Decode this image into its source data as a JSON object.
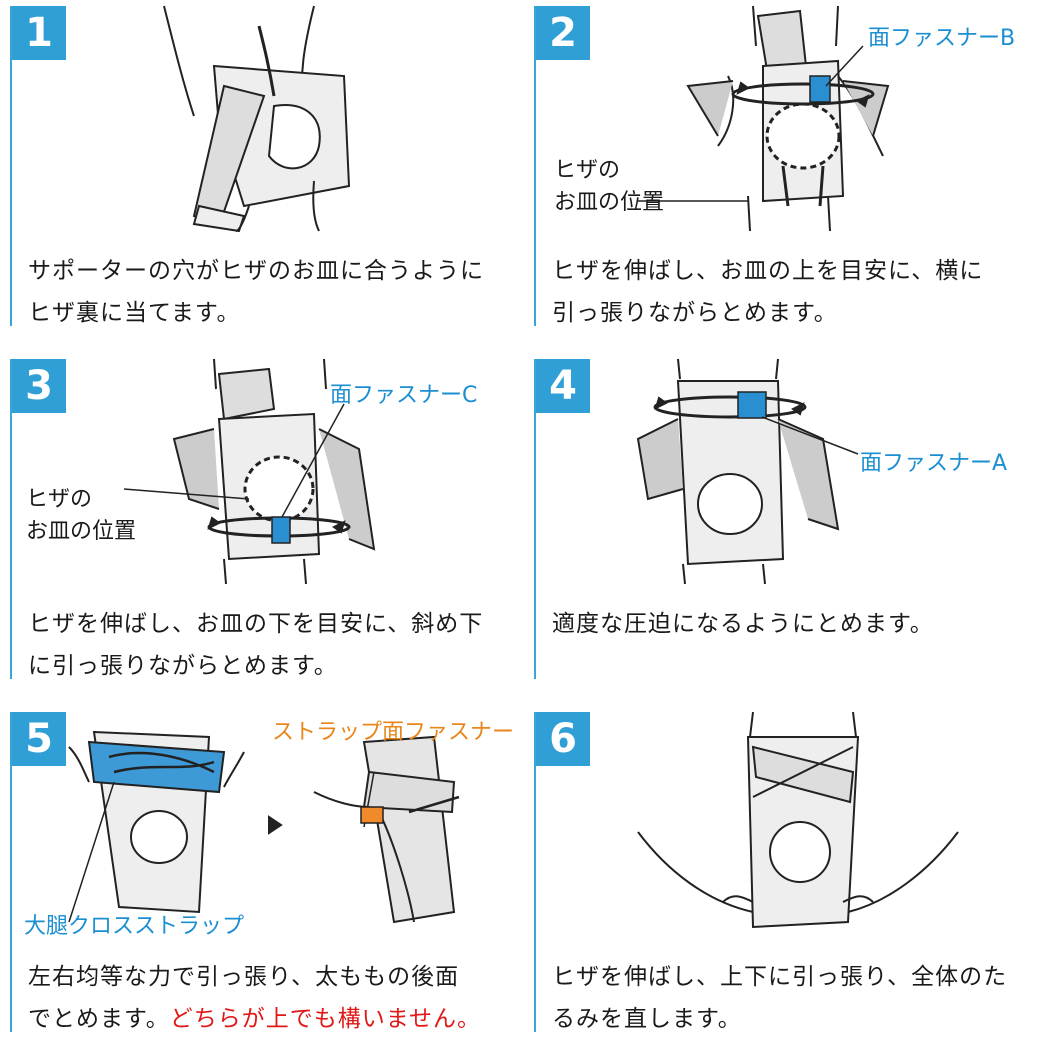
{
  "colors": {
    "accent": "#2f9fd6",
    "label_blue": "#1b8fd1",
    "label_orange": "#e8861c",
    "emphasis_red": "#e01818",
    "fastener_blue": "#2a8fd0",
    "fastener_orange": "#f08a2a"
  },
  "steps": [
    {
      "number": "1",
      "caption_lines": [
        "サポーターの穴がヒザのお皿に合うように",
        "ヒザ裏に当てます。"
      ]
    },
    {
      "number": "2",
      "label_fastener": "面ファスナーB",
      "label_kneecap_1": "ヒザの",
      "label_kneecap_2": "お皿の位置",
      "caption_lines": [
        "ヒザを伸ばし、お皿の上を目安に、横に",
        "引っ張りながらとめます。"
      ]
    },
    {
      "number": "3",
      "label_fastener": "面ファスナーC",
      "label_kneecap_1": "ヒザの",
      "label_kneecap_2": "お皿の位置",
      "caption_lines": [
        "ヒザを伸ばし、お皿の下を目安に、斜め下",
        "に引っ張りながらとめます。"
      ]
    },
    {
      "number": "4",
      "label_fastener": "面ファスナーA",
      "caption_lines": [
        "適度な圧迫になるようにとめます。"
      ]
    },
    {
      "number": "5",
      "label_strap_fastener": "ストラップ面ファスナー",
      "label_cross_strap": "大腿クロスストラップ",
      "caption_line1": "左右均等な力で引っ張り、太ももの後面",
      "caption_line2_normal": "でとめます。",
      "caption_line2_red": "どちらが上でも構いません。"
    },
    {
      "number": "6",
      "caption_lines": [
        "ヒザを伸ばし、上下に引っ張り、全体のた",
        "るみを直します。"
      ]
    }
  ]
}
